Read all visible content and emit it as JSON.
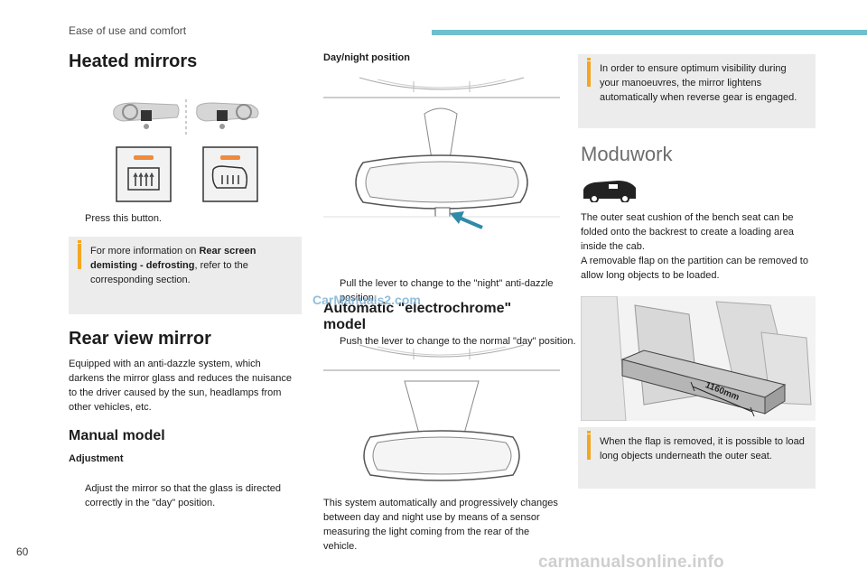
{
  "header": {
    "section": "Ease of use and comfort"
  },
  "page_number": "60",
  "left_column": {
    "heated_title": "Heated mirrors",
    "press_bullet": "Press this button.",
    "info1_pre": "For more information on ",
    "info1_bold": "Rear screen demisting - defrosting",
    "info1_post": ", refer to the corresponding section.",
    "rear_title": "Rear view mirror",
    "rear_text": "Equipped with an anti-dazzle system, which darkens the mirror glass and reduces the nuisance to the driver caused by the sun, headlamps from other vehicles, etc.",
    "manual_title": "Manual model",
    "adjustment_label": "Adjustment",
    "adjust_bullet": "Adjust the mirror so that the glass is directed correctly in the \"day\" position."
  },
  "middle_column": {
    "daynight_label": "Day/night position",
    "pull_bullet": "Pull the lever to change to the \"night\" anti-dazzle position.",
    "push_bullet": "Push the lever to change to the normal \"day\" position.",
    "auto_title_1": "Automatic \"electrochrome\"",
    "auto_title_2": "model",
    "auto_text": "This system automatically and progressively changes between day and night use by means of a sensor measuring the light coming from the rear of the vehicle."
  },
  "right_column": {
    "info2": "In order to ensure optimum visibility during your manoeuvres, the mirror lightens automatically when reverse gear is engaged.",
    "moduwork_title": "Moduwork",
    "moduwork_text_1": "The outer seat cushion of the bench seat can be folded onto the backrest to create a loading area inside the cab.",
    "moduwork_text_2": "A removable flap on the partition can be removed to allow long objects to be loaded.",
    "dimension_label": "1160mm",
    "info3": "When the flap is removed, it is possible to load long objects underneath the outer seat."
  },
  "watermarks": {
    "carmanuals": "CarManuals2.com",
    "footer": "carmanualsonline.info"
  },
  "bullet_glyph": "",
  "colors": {
    "accent_bar": "#6ec0cf",
    "info_marker": "#f3a623",
    "info_bg": "#ececec",
    "button_led": "#f08a3c",
    "arrow": "#2f8aa8"
  }
}
